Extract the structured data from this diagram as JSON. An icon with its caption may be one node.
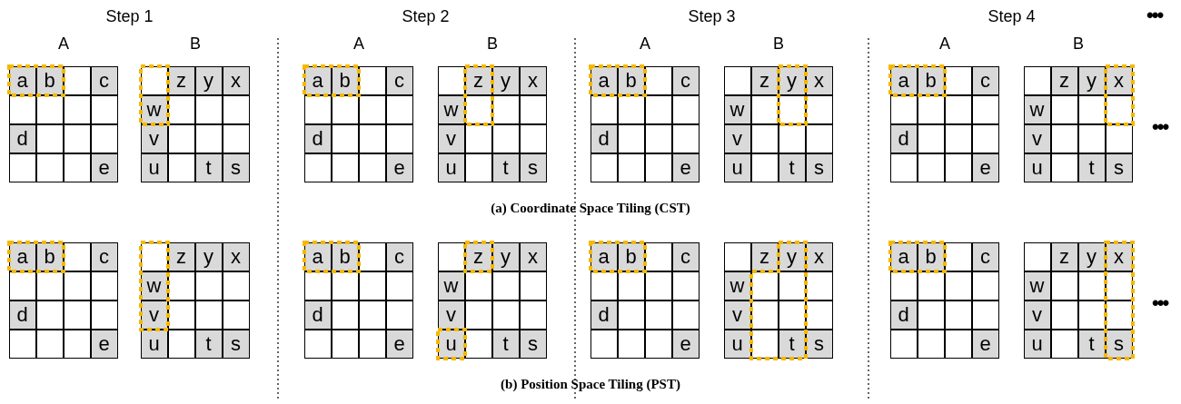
{
  "diagram": {
    "labels": [
      "Step 1",
      "Step 2",
      "Step 3",
      "Step 4",
      "•••",
      "A",
      "B",
      "A",
      "B",
      "A",
      "B",
      "A",
      "B",
      "a",
      "b",
      "c",
      "d",
      "e",
      "z",
      "y",
      "x",
      "w",
      "v",
      "u",
      "t",
      "s",
      "a",
      "b",
      "c",
      "d",
      "e",
      "z",
      "y",
      "x",
      "w",
      "v",
      "u",
      "t",
      "s",
      "a",
      "b",
      "c",
      "d",
      "e",
      "z",
      "y",
      "x",
      "w",
      "v",
      "u",
      "t",
      "s",
      "a",
      "b",
      "c",
      "d",
      "e",
      "z",
      "y",
      "x",
      "w",
      "v",
      "u",
      "t",
      "s",
      "•••",
      "(a) Coordinate Space Tiling (CST)",
      "a",
      "b",
      "c",
      "d",
      "e",
      "z",
      "y",
      "x",
      "w",
      "v",
      "u",
      "t",
      "s",
      "a",
      "b",
      "c",
      "d",
      "e",
      "z",
      "y",
      "x",
      "w",
      "v",
      "u",
      "t",
      "s",
      "a",
      "b",
      "c",
      "d",
      "e",
      "z",
      "y",
      "x",
      "w",
      "v",
      "u",
      "t",
      "s",
      "a",
      "b",
      "c",
      "d",
      "e",
      "z",
      "y",
      "x",
      "w",
      "v",
      "u",
      "t",
      "s",
      "•••",
      "(b) Position Space Tiling (PST)"
    ]
  }
}
